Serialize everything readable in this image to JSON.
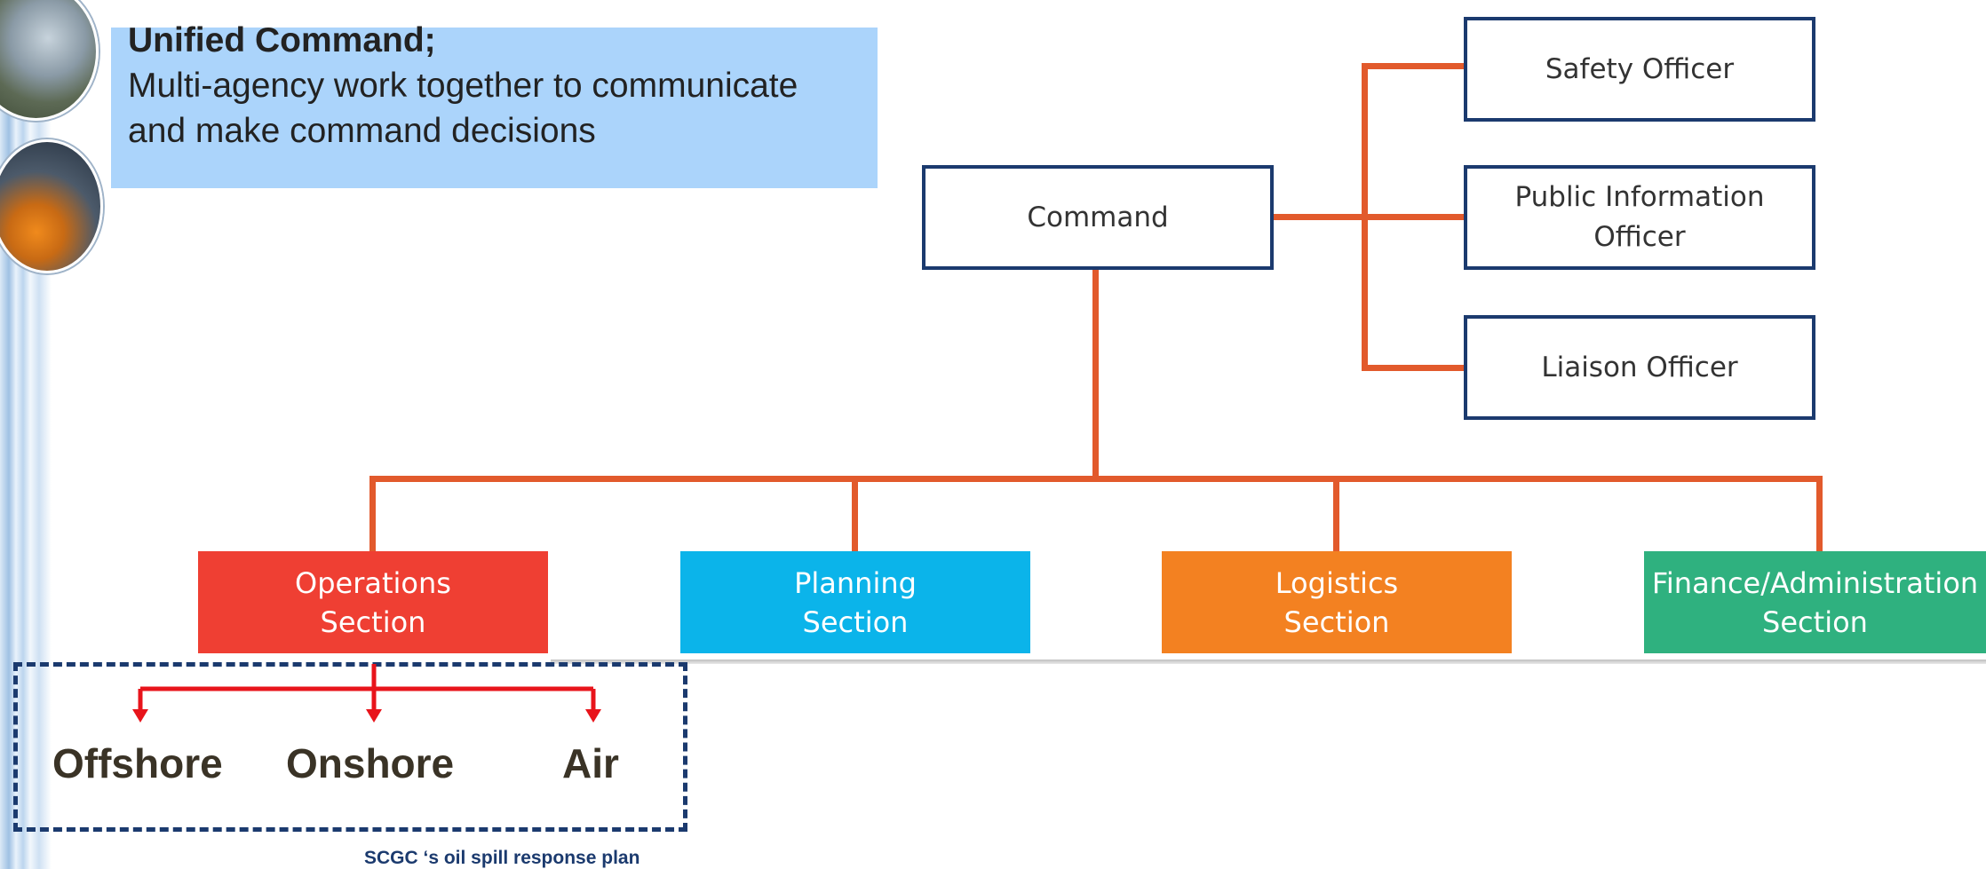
{
  "header": {
    "title": "Unified Command;",
    "body": "Multi-agency work together to communicate and make command decisions"
  },
  "org_chart": {
    "command": "Command",
    "staff": [
      {
        "label": "Safety Officer"
      },
      {
        "label": "Public Information Officer"
      },
      {
        "label": "Liaison Officer"
      }
    ],
    "sections": [
      {
        "label": "Operations Section",
        "color": "#ef3f33"
      },
      {
        "label": "Planning Section",
        "color": "#0bb4ea"
      },
      {
        "label": "Logistics Section",
        "color": "#f38121"
      },
      {
        "label": "Finance/Administration Section",
        "color": "#2fb17f"
      }
    ],
    "line_color": "#e25a2c",
    "box_border_color": "#1b3a6e"
  },
  "operations_branches": [
    "Offshore",
    "Onshore",
    "Air"
  ],
  "caption": "SCGC ‘s oil spill response plan",
  "colors": {
    "header_bg": "#abd4fb",
    "arrow": "#e8141b",
    "dashed_border": "#1b3a6e"
  }
}
